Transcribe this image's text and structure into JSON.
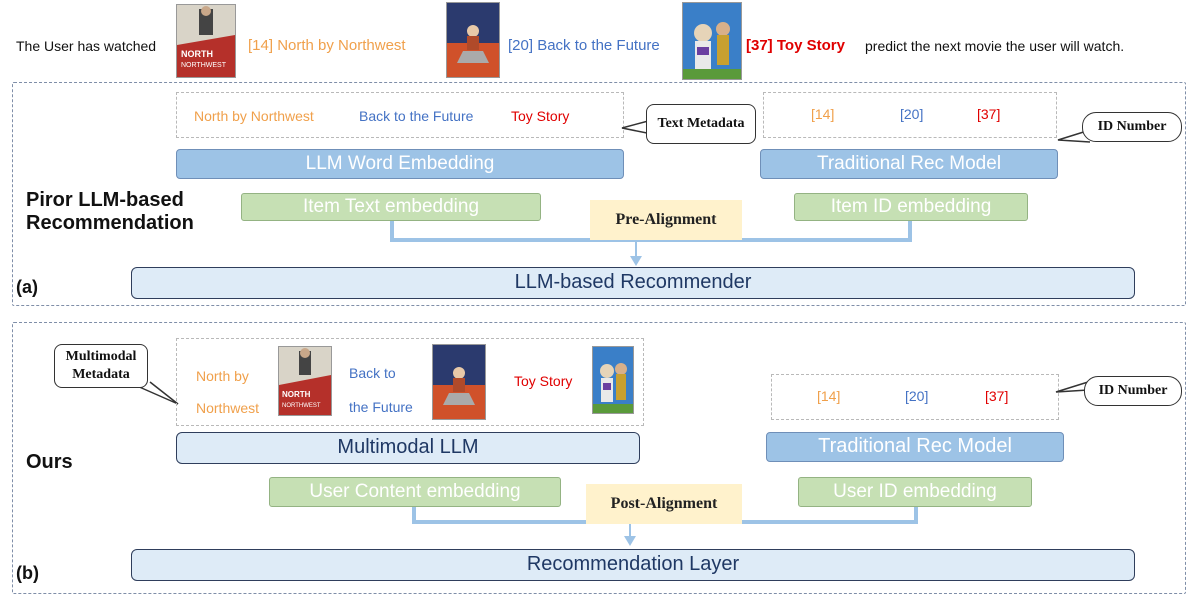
{
  "header": {
    "prefix": "The User has watched",
    "suffix": "predict the next movie the user will watch.",
    "movies": [
      {
        "id": "[14]",
        "title": "North by Northwest",
        "color": "#f0a04b"
      },
      {
        "id": "[20]",
        "title": "Back to the Future",
        "color": "#4472c4"
      },
      {
        "id": "[37]",
        "title": "Toy Story",
        "color": "#e00000"
      }
    ]
  },
  "panel_a": {
    "letter": "(a)",
    "title": "Piror LLM-based Recommendation",
    "titles": [
      "North by Northwest",
      "Back to the Future",
      "Toy Story"
    ],
    "ids": [
      "[14]",
      "[20]",
      "[37]"
    ],
    "text_callout": "Text Metadata",
    "id_callout": "ID Number",
    "llm_embed": "LLM Word Embedding",
    "trad_model": "Traditional Rec Model",
    "item_text_embed": "Item Text embedding",
    "item_id_embed": "Item ID embedding",
    "alignment": "Pre-Alignment",
    "recommender": "LLM-based Recommender"
  },
  "panel_b": {
    "letter": "(b)",
    "title": "Ours",
    "mm_callout_line1": "Multimodal",
    "mm_callout_line2": "Metadata",
    "nbn_line1": "North by",
    "nbn_line2": "Northwest",
    "bttf_line1": "Back to",
    "bttf_line2": "the Future",
    "toy": "Toy Story",
    "ids": [
      "[14]",
      "[20]",
      "[37]"
    ],
    "id_callout": "ID Number",
    "mllm": "Multimodal LLM",
    "trad_model": "Traditional Rec Model",
    "user_content_embed": "User Content embedding",
    "user_id_embed": "User ID embedding",
    "alignment": "Post-Alignment",
    "layer": "Recommendation Layer"
  },
  "colors": {
    "orange": "#f0a04b",
    "blue": "#4472c4",
    "red": "#e00000",
    "bar_blue": "#9dc3e6",
    "bar_green": "#c6e0b4",
    "bar_light": "#deebf7",
    "alignment_bg": "#fff2cc"
  }
}
